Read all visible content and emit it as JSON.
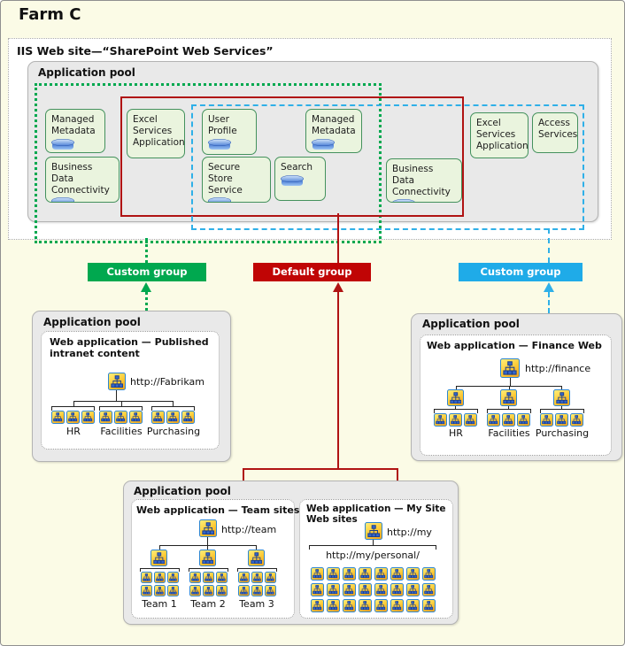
{
  "farm": {
    "title": "Farm C"
  },
  "iis": {
    "label": "IIS Web site—“SharePoint Web Services”"
  },
  "top_pool": {
    "label": "Application pool"
  },
  "services": [
    {
      "name": "Managed Metadata",
      "has_db": true
    },
    {
      "name": "Excel Services Application",
      "has_db": false
    },
    {
      "name": "User Profile",
      "has_db": true
    },
    {
      "name": "Managed Metadata",
      "has_db": true
    },
    {
      "name": "Excel Services Application",
      "has_db": false
    },
    {
      "name": "Access Services",
      "has_db": false
    },
    {
      "name": "Business Data Connectivity",
      "has_db": true
    },
    {
      "name": "Secure Store Service",
      "has_db": true
    },
    {
      "name": "Search",
      "has_db": true
    },
    {
      "name": "Business Data Connectivity",
      "has_db": true
    }
  ],
  "groups": {
    "custom_left": {
      "label": "Custom group",
      "color": "#00A84F",
      "line_style": "dotted"
    },
    "default_group": {
      "label": "Default group",
      "color": "#C00505",
      "line_style": "solid"
    },
    "custom_right": {
      "label": "Custom group",
      "color": "#1FABE8",
      "line_style": "dashed"
    }
  },
  "fabrikam_pool": {
    "label": "Application pool",
    "app_title": "Web application — Published intranet content",
    "root_url": "http://Fabrikam",
    "groups": [
      {
        "label": "HR",
        "rows": 1,
        "cols": 3
      },
      {
        "label": "Facilities",
        "rows": 1,
        "cols": 3
      },
      {
        "label": "Purchasing",
        "rows": 1,
        "cols": 3
      }
    ]
  },
  "finance_pool": {
    "label": "Application pool",
    "app_title": "Web application — Finance Web",
    "root_url": "http://finance",
    "groups": [
      {
        "label": "HR",
        "rows": 1,
        "cols": 3
      },
      {
        "label": "Facilities",
        "rows": 1,
        "cols": 3
      },
      {
        "label": "Purchasing",
        "rows": 1,
        "cols": 3
      }
    ]
  },
  "bottom_pool": {
    "label": "Application pool",
    "team": {
      "app_title": "Web application — Team sites",
      "root_url": "http://team",
      "groups": [
        {
          "label": "Team 1",
          "rows": 2,
          "cols": 3
        },
        {
          "label": "Team 2",
          "rows": 2,
          "cols": 3
        },
        {
          "label": "Team 3",
          "rows": 2,
          "cols": 3
        }
      ]
    },
    "my": {
      "app_title": "Web application — My Site Web sites",
      "root_url": "http://my",
      "personal_url": "http://my/personal/",
      "grid": {
        "rows": 3,
        "cols": 8
      }
    }
  }
}
